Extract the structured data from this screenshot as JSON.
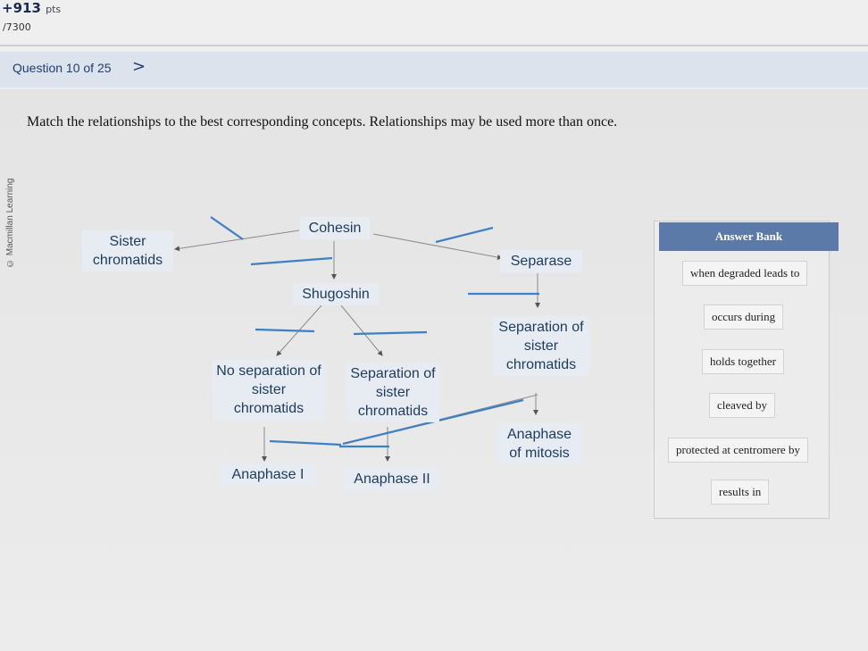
{
  "header": {
    "score": "+913",
    "score_unit": "pts",
    "total": "/7300",
    "question_title": "Question 10 of 25",
    "next_arrow": ">"
  },
  "vendor": "© Macmillan Learning",
  "instructions": "Match the relationships to the best corresponding concepts. Relationships may be used more than once.",
  "diagram": {
    "sister_chromatids": "Sister chromatids",
    "cohesin": "Cohesin",
    "separase": "Separase",
    "shugoshin": "Shugoshin",
    "separation_right": "Separation of sister chromatids",
    "no_separation": "No separation of sister chromatids",
    "separation_mid": "Separation of sister chromatids",
    "anaphase_mitosis": "Anaphase of mitosis",
    "anaphase_1": "Anaphase I",
    "anaphase_2": "Anaphase II"
  },
  "answer_bank": {
    "title": "Answer Bank",
    "items": [
      "when degraded leads to",
      "occurs during",
      "holds together",
      "cleaved by",
      "protected at centromere by",
      "results in"
    ]
  },
  "colors": {
    "accent": "#1b3f73",
    "bank_header": "#5b7aa8",
    "dropzone": "#3f7fc4"
  }
}
